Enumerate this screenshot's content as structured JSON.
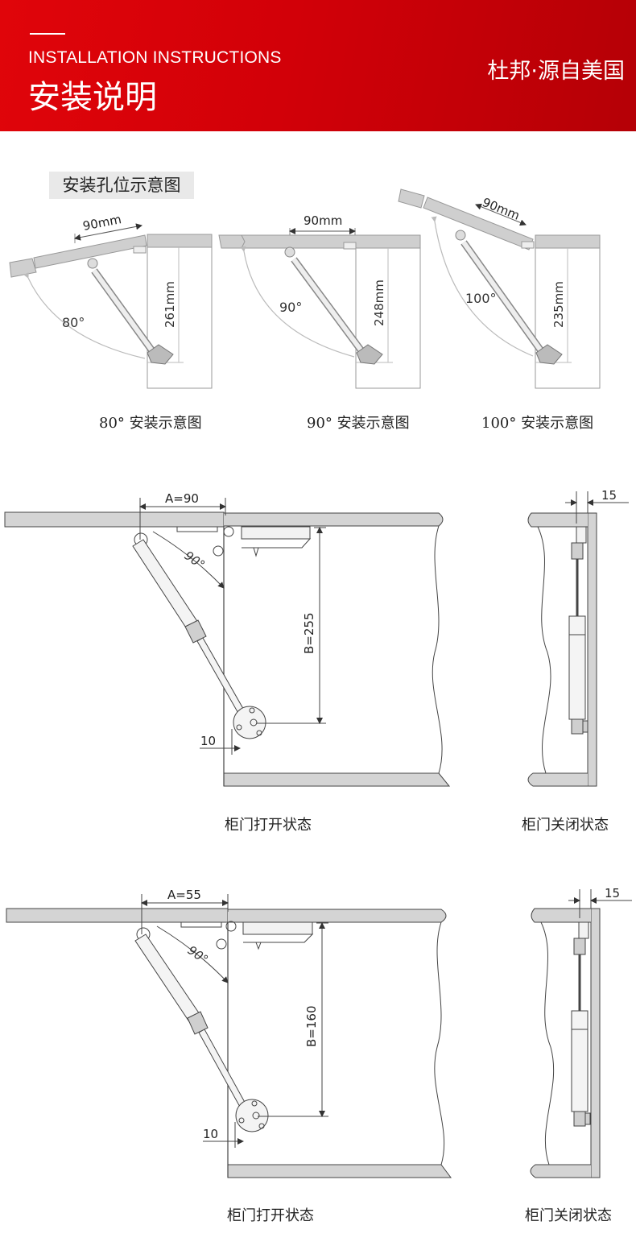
{
  "header": {
    "subtitle_en": "INSTALLATION INSTRUCTIONS",
    "title_cn": "安装说明",
    "brand": "杜邦·源自美国"
  },
  "section": {
    "label": "安装孔位示意图"
  },
  "top_diagrams": [
    {
      "width_label": "90mm",
      "angle_label": "80°",
      "height_label": "261mm",
      "caption": "80° 安装示意图"
    },
    {
      "width_label": "90mm",
      "angle_label": "90°",
      "height_label": "248mm",
      "caption": "90° 安装示意图"
    },
    {
      "width_label": "90mm",
      "angle_label": "100°",
      "height_label": "235mm",
      "caption": "100° 安装示意图"
    }
  ],
  "detail_1": {
    "a_label": "A=90",
    "b_label": "B=255",
    "angle_label": "90°",
    "offset_label": "10",
    "side_label": "15",
    "open_caption": "柜门打开状态",
    "closed_caption": "柜门关闭状态"
  },
  "detail_2": {
    "a_label": "A=55",
    "b_label": "B=160",
    "angle_label": "90°",
    "offset_label": "10",
    "side_label": "15",
    "open_caption": "柜门打开状态",
    "closed_caption": "柜门关闭状态"
  }
}
